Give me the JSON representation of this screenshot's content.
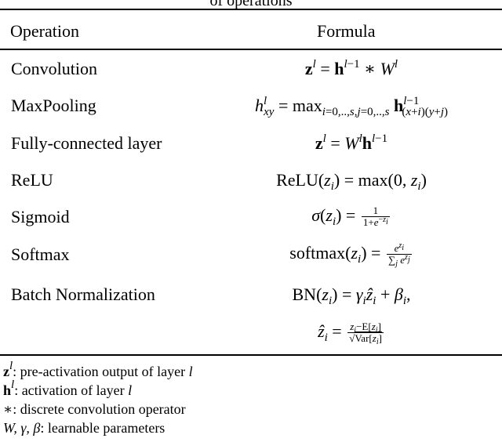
{
  "table": {
    "caption_fragment": "of operations",
    "headers": {
      "operation": "Operation",
      "formula": "Formula"
    },
    "rows": [
      {
        "operation": "Convolution"
      },
      {
        "operation": "MaxPooling"
      },
      {
        "operation": "Fully-connected layer"
      },
      {
        "operation": "ReLU"
      },
      {
        "operation": "Sigmoid"
      },
      {
        "operation": "Softmax"
      },
      {
        "operation": "Batch Normalization"
      }
    ],
    "formula_text": {
      "max": "max",
      "relu": "ReLU",
      "softmax": "softmax",
      "bn": "BN",
      "expect": "E",
      "var": "Var"
    },
    "notes": [
      {
        "symbol": "z",
        "text": ": pre-activation output of layer "
      },
      {
        "symbol": "h",
        "text": ": activation of layer "
      },
      {
        "symbol": "∗",
        "text": ": discrete convolution operator"
      },
      {
        "symbol": "W, γ, β",
        "text": ": learnable parameters"
      }
    ]
  }
}
